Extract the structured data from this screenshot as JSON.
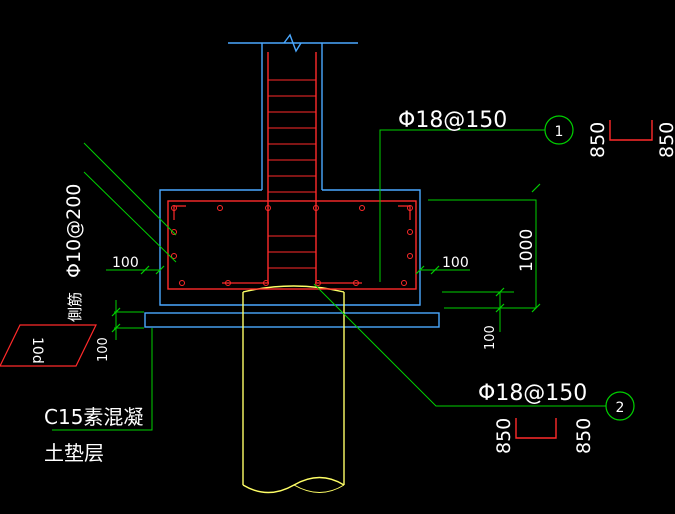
{
  "labels": {
    "top_rebar": "Φ18@150",
    "bottom_rebar": "Φ18@150",
    "stirrup": "Φ10@200",
    "side_rebar": "側筋",
    "lap": "10d",
    "cover_left": "100",
    "cover_right": "100",
    "height": "1000",
    "pad_thickness_right": "100",
    "pad_thickness_left": "100",
    "concrete_line1": "C15素混凝",
    "concrete_line2": "土垫层",
    "callout1": "1",
    "callout2": "2",
    "shape1_left": "850",
    "shape1_right": "850",
    "shape2_left": "850",
    "shape2_right": "850"
  },
  "colors": {
    "concrete": "#4aa8ff",
    "rebar": "#ff2a2a",
    "leader": "#00d000",
    "column": "#ffff66",
    "text": "#ffffff"
  }
}
